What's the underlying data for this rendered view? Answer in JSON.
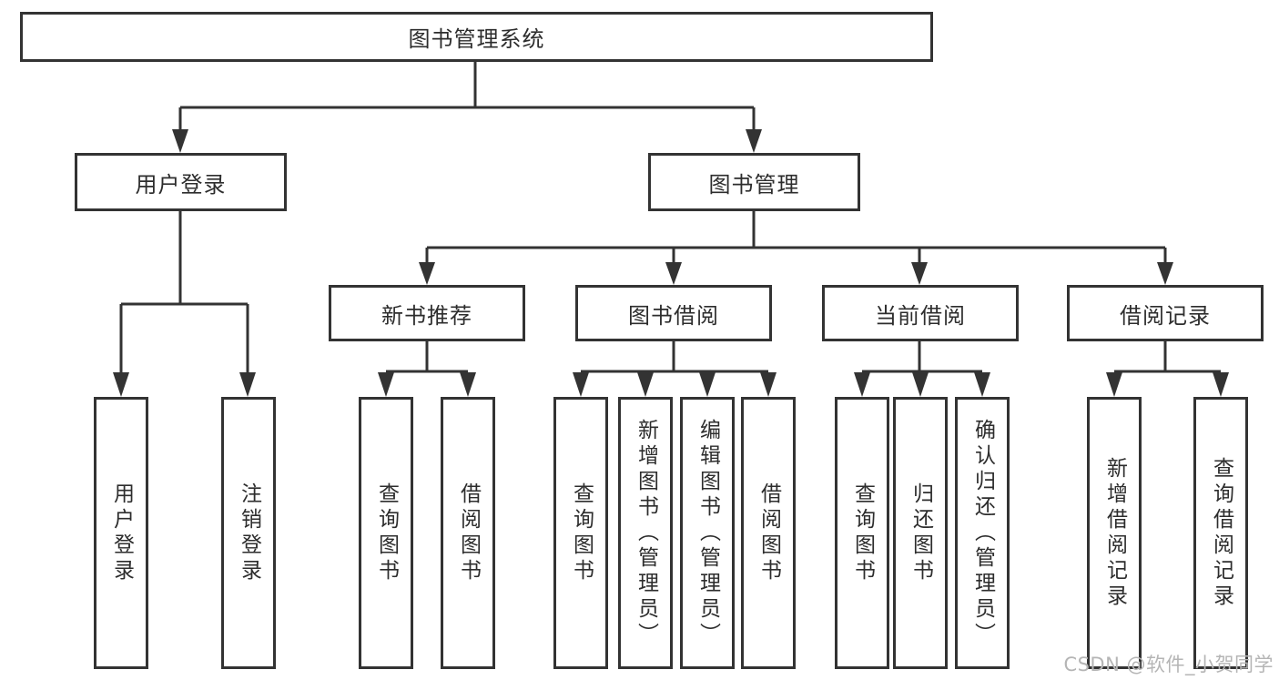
{
  "tree": {
    "root": {
      "label": "图书管理系统",
      "children": [
        {
          "label": "用户登录",
          "children": [
            {
              "label": "用户登录"
            },
            {
              "label": "注销登录"
            }
          ]
        },
        {
          "label": "图书管理",
          "children": [
            {
              "label": "新书推荐",
              "children": [
                {
                  "label": "查询图书"
                },
                {
                  "label": "借阅图书"
                }
              ]
            },
            {
              "label": "图书借阅",
              "children": [
                {
                  "label": "查询图书"
                },
                {
                  "label": "新增图书（管理员）"
                },
                {
                  "label": "编辑图书（管理员）"
                },
                {
                  "label": "借阅图书"
                }
              ]
            },
            {
              "label": "当前借阅",
              "children": [
                {
                  "label": "查询图书"
                },
                {
                  "label": "归还图书"
                },
                {
                  "label": "确认归还（管理员）"
                }
              ]
            },
            {
              "label": "借阅记录",
              "children": [
                {
                  "label": "新增借阅记录"
                },
                {
                  "label": "查询借阅记录"
                }
              ]
            }
          ]
        }
      ]
    }
  },
  "watermark": {
    "text": "CSDN @软件_小贺同学"
  },
  "colors": {
    "line": "#333333",
    "text": "#2d2d2d",
    "watermark_text": "#b5b5b5",
    "background": "#ffffff"
  }
}
